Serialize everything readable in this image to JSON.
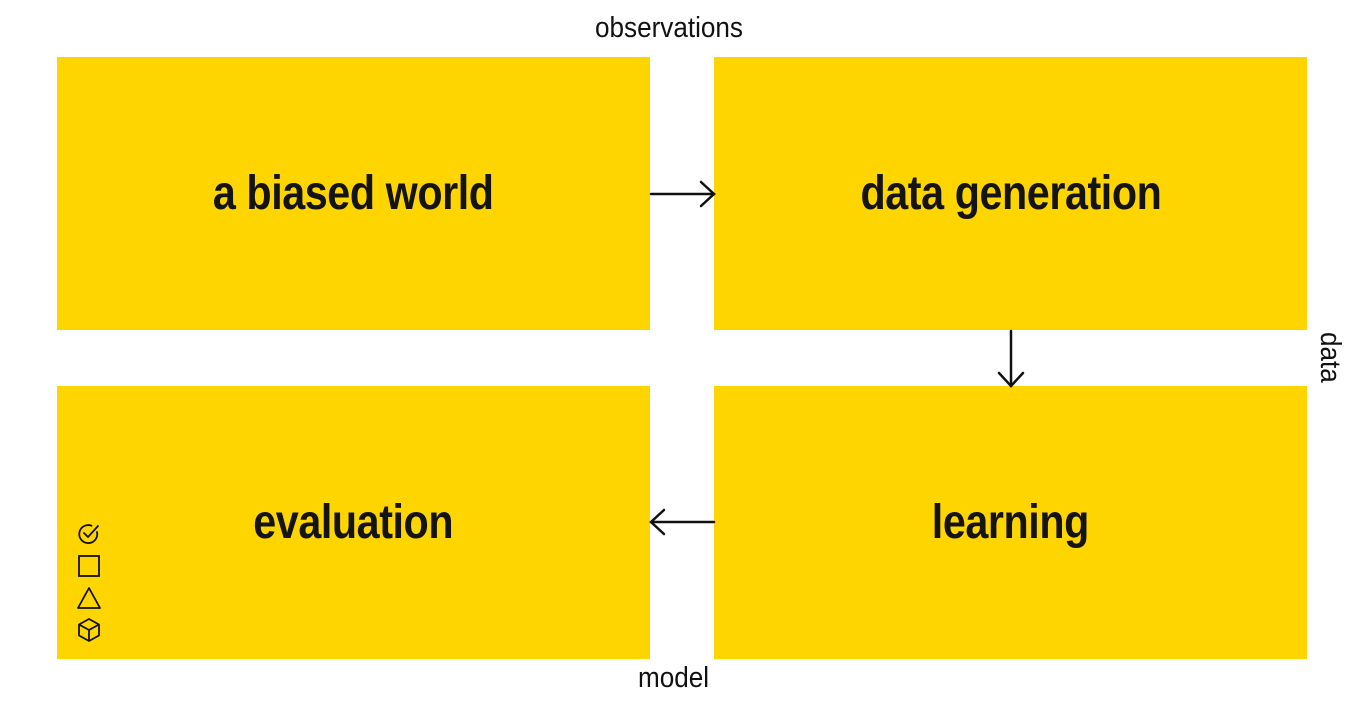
{
  "boxes": {
    "top_left": "a biased world",
    "top_right": "data generation",
    "bottom_left": "evaluation",
    "bottom_right": "learning"
  },
  "edges": {
    "observations": "observations",
    "data": "data",
    "model": "model"
  },
  "colors": {
    "box_fill": "#FFD500",
    "text": "#141414",
    "background": "#ffffff"
  },
  "tools": [
    {
      "icon": "check-circle-icon"
    },
    {
      "icon": "square-icon"
    },
    {
      "icon": "triangle-icon"
    },
    {
      "icon": "cube-icon"
    }
  ]
}
